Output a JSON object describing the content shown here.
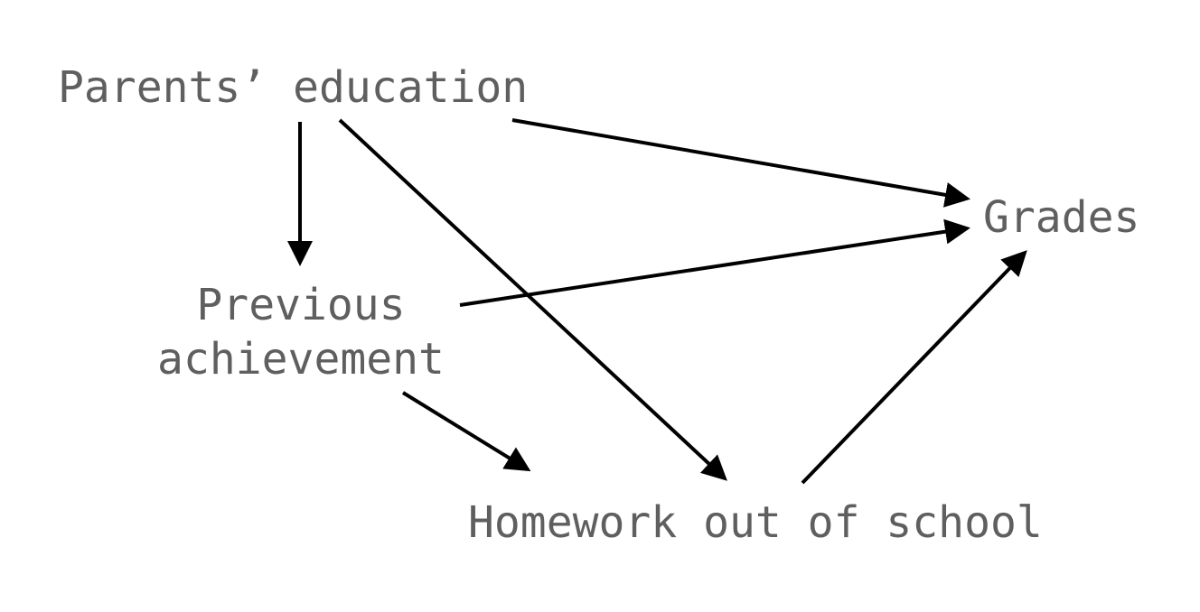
{
  "nodes": {
    "parents_education": {
      "label": "Parents’ education"
    },
    "grades": {
      "label": "Grades"
    },
    "previous_achievement": {
      "line1": "Previous",
      "line2": "achievement"
    },
    "homework": {
      "label": "Homework out of school"
    }
  },
  "edges": [
    {
      "from": "Parents’ education",
      "to": "Grades"
    },
    {
      "from": "Parents’ education",
      "to": "Previous achievement"
    },
    {
      "from": "Parents’ education",
      "to": "Homework out of school"
    },
    {
      "from": "Previous achievement",
      "to": "Grades"
    },
    {
      "from": "Previous achievement",
      "to": "Homework out of school"
    },
    {
      "from": "Homework out of school",
      "to": "Grades"
    }
  ],
  "colors": {
    "label": "#5f5f5f",
    "arrow": "#000000",
    "background": "#ffffff"
  }
}
